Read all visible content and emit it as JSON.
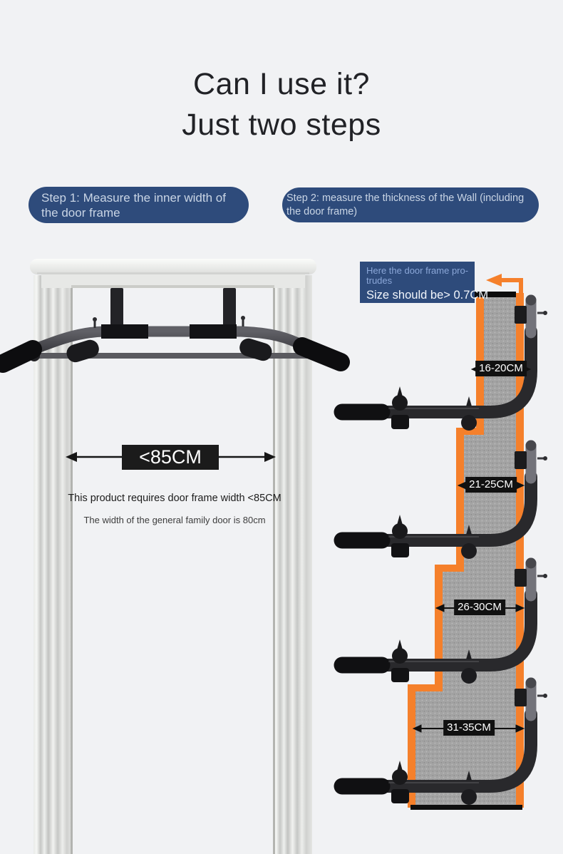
{
  "title": {
    "line1": "Can I use it?",
    "line2": "Just two steps"
  },
  "steps": [
    {
      "line1": "Step 1: Measure the inner width of",
      "line2": "the door frame"
    },
    {
      "line1": "Step 2: measure the thickness of the Wall (including",
      "line2": "the door frame)"
    }
  ],
  "door_measure": {
    "width_label": "<85CM",
    "note1": "This product requires door frame width <85CM",
    "note2": "The width of the general family door is 80cm"
  },
  "wall_callout": {
    "line1": "Here the door frame pro-",
    "line2": "trudes",
    "line3": "Size should be> 0.7CM"
  },
  "wall_measurements": [
    {
      "label": "16-20CM"
    },
    {
      "label": "21-25CM"
    },
    {
      "label": "26-30CM"
    },
    {
      "label": "31-35CM"
    }
  ],
  "colors": {
    "background": "#f1f2f4",
    "step_badge_blue": "#2e4b7b",
    "callout_blue": "#2e4b7b",
    "accent_orange": "#f5802b",
    "measure_label_black": "#111111",
    "wall_gray": "#a4a4a4",
    "bar_black": "#1b1b1e"
  }
}
